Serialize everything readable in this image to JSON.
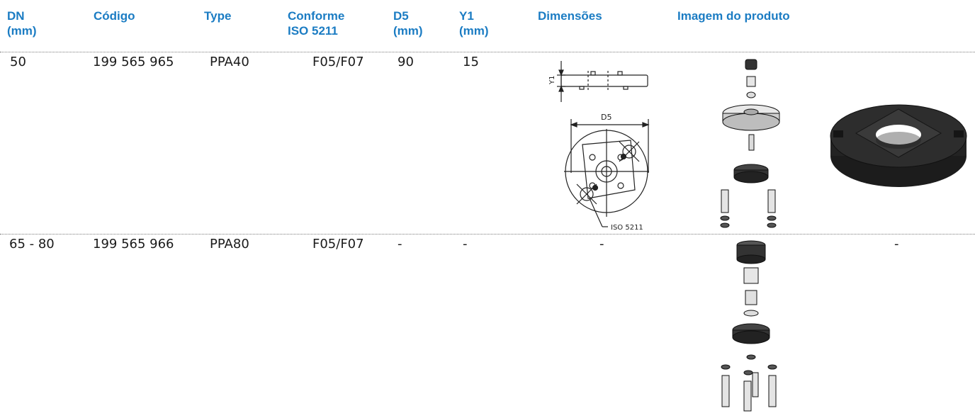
{
  "table": {
    "headers": [
      {
        "line1": "DN",
        "line2": "(mm)"
      },
      {
        "line1": "Código",
        "line2": ""
      },
      {
        "line1": "Type",
        "line2": ""
      },
      {
        "line1": "Conforme",
        "line2": "ISO 5211"
      },
      {
        "line1": "D5",
        "line2": "(mm)"
      },
      {
        "line1": "Y1",
        "line2": "(mm)"
      },
      {
        "line1": "Dimensões",
        "line2": ""
      },
      {
        "line1": "Imagem do produto",
        "line2": ""
      }
    ],
    "rows": [
      {
        "dn": "50",
        "codigo": "199 565 965",
        "type": "PPA40",
        "conforme": "F05/F07",
        "d5": "90",
        "y1": "15",
        "dimensoes": "",
        "imagem": "",
        "drawing_labels": {
          "y1": "Y1",
          "d5": "D5",
          "iso": "ISO 5211"
        }
      },
      {
        "dn": "65 - 80",
        "codigo": "199 565 966",
        "type": "PPA80",
        "conforme": "F05/F07",
        "d5": "-",
        "y1": "-",
        "dimensoes": "-",
        "imagem": "-"
      }
    ]
  },
  "colors": {
    "header": "#1b7cc3",
    "text": "#1a1a1a",
    "rule": "#7a7a7a"
  }
}
